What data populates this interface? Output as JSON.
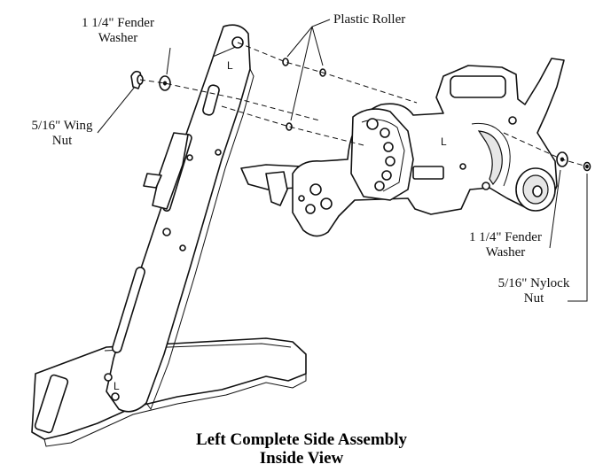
{
  "labels": {
    "fender_washer_top_line1": "1 1/4\" Fender",
    "fender_washer_top_line2": "Washer",
    "plastic_roller": "Plastic Roller",
    "wing_nut_line1": "5/16\" Wing",
    "wing_nut_line2": "Nut",
    "fender_washer_right_line1": "1 1/4\" Fender",
    "fender_washer_right_line2": "Washer",
    "nylock_nut_line1": "5/16\" Nylock",
    "nylock_nut_line2": "Nut",
    "part_marking": "L"
  },
  "caption": {
    "line1": "Left Complete Side Assembly",
    "line2": "Inside View"
  }
}
